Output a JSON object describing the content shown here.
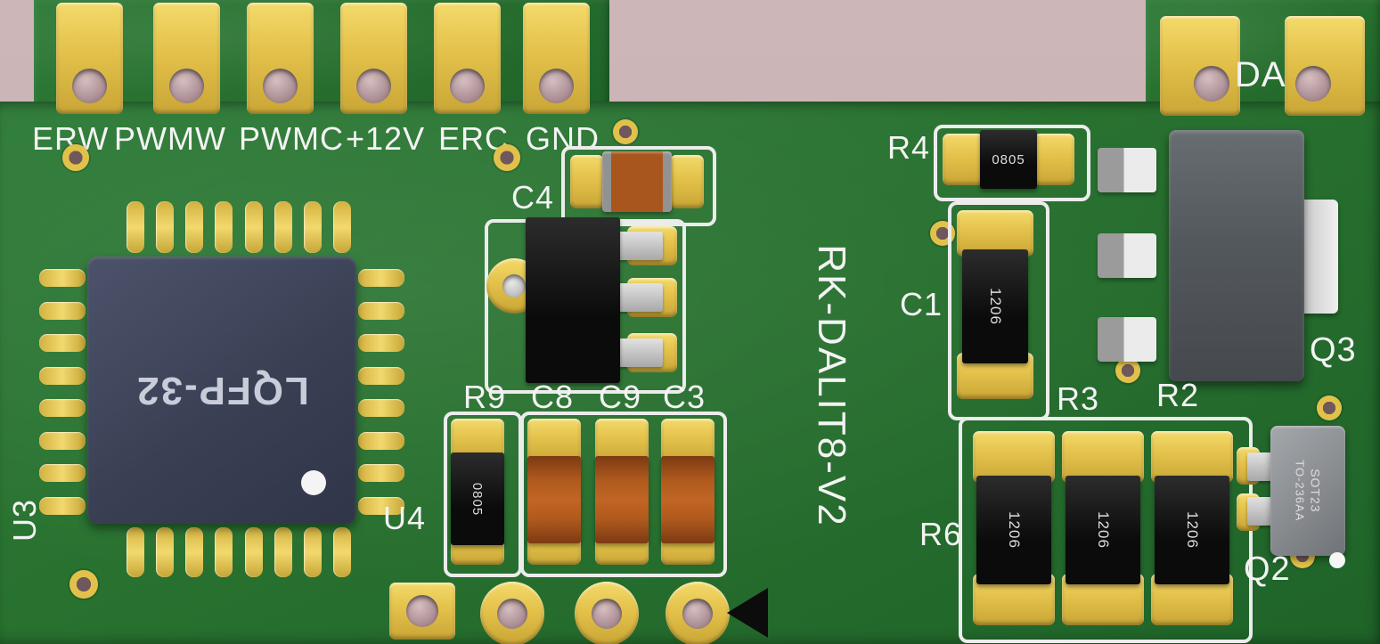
{
  "connector": {
    "labels": [
      "ERW",
      "PWMW",
      "PWMC",
      "+12V",
      "ERC",
      "GND"
    ],
    "da_label": "DA"
  },
  "board": {
    "title_vertical": "RK-DALIT8-V2"
  },
  "u3": {
    "ref": "U3",
    "package_marking": "LQFP-32"
  },
  "refs": {
    "c4": "C4",
    "u4": "U4",
    "r9": "R9",
    "c8": "C8",
    "c9": "C9",
    "c3": "C3",
    "r4": "R4",
    "c1": "C1",
    "r3": "R3",
    "r2": "R2",
    "r6": "R6",
    "q3": "Q3",
    "q2": "Q2"
  },
  "markings": {
    "r9": "0805",
    "r4": "0805",
    "c1": "1206",
    "r6": "1206",
    "r3": "1206",
    "r2": "1206",
    "q2_line1": "SOT23",
    "q2_line2": "TO-236AA"
  },
  "colors": {
    "background_pink": "#c9b3b5",
    "board_green": "#2b7634",
    "pad_yellow": "#e3c14a",
    "silkscreen_white": "#ececec",
    "component_black": "#101010",
    "capacitor_orange": "#b05a1e",
    "chip_navy": "#3e4458",
    "q3_gray": "#575c61"
  }
}
